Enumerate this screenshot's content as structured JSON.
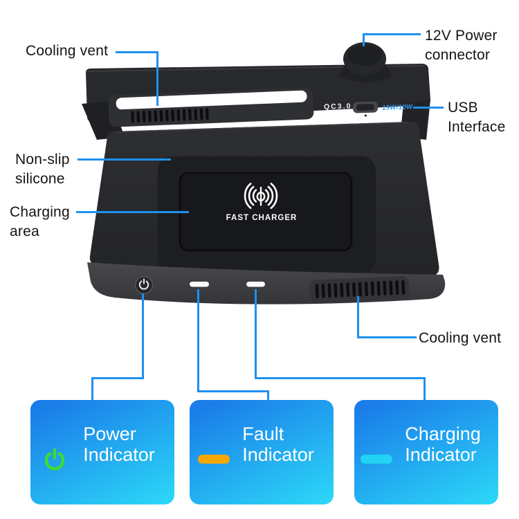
{
  "callouts": {
    "cooling_vent_top": "Cooling vent",
    "power_connector": {
      "line1": "12V Power",
      "line2": "connector"
    },
    "usb_interface": {
      "line1": "USB",
      "line2": "Interface"
    },
    "non_slip": {
      "line1": "Non-slip",
      "line2": "silicone"
    },
    "charging_area": {
      "line1": "Charging",
      "line2": "area"
    },
    "cooling_vent_bottom": "Cooling vent"
  },
  "device": {
    "qc_label": "QC3.0",
    "power_rating": "15W/10W",
    "pad_label": "FAST CHARGER"
  },
  "indicator_cards": [
    {
      "id": "power",
      "line1": "Power",
      "line2": "Indicator",
      "icon": "power-icon",
      "icon_color": "#3fdd2c"
    },
    {
      "id": "fault",
      "line1": "Fault",
      "line2": "Indicator",
      "icon": "fault-led-icon",
      "icon_color": "#f7a701"
    },
    {
      "id": "charging",
      "line1": "Charging",
      "line2": "Indicator",
      "icon": "charging-led-icon",
      "icon_color": "#22d3f4"
    }
  ],
  "colors": {
    "callout_line": "#1e90f0",
    "card_gradient_start": "#1a7de9",
    "card_gradient_end": "#2bd5f7",
    "power_icon_green": "#3fdd2c",
    "fault_led_orange": "#f7a701",
    "charging_led_cyan": "#22d3f4",
    "device_body": "#2a2b2f",
    "background": "#ffffff"
  }
}
